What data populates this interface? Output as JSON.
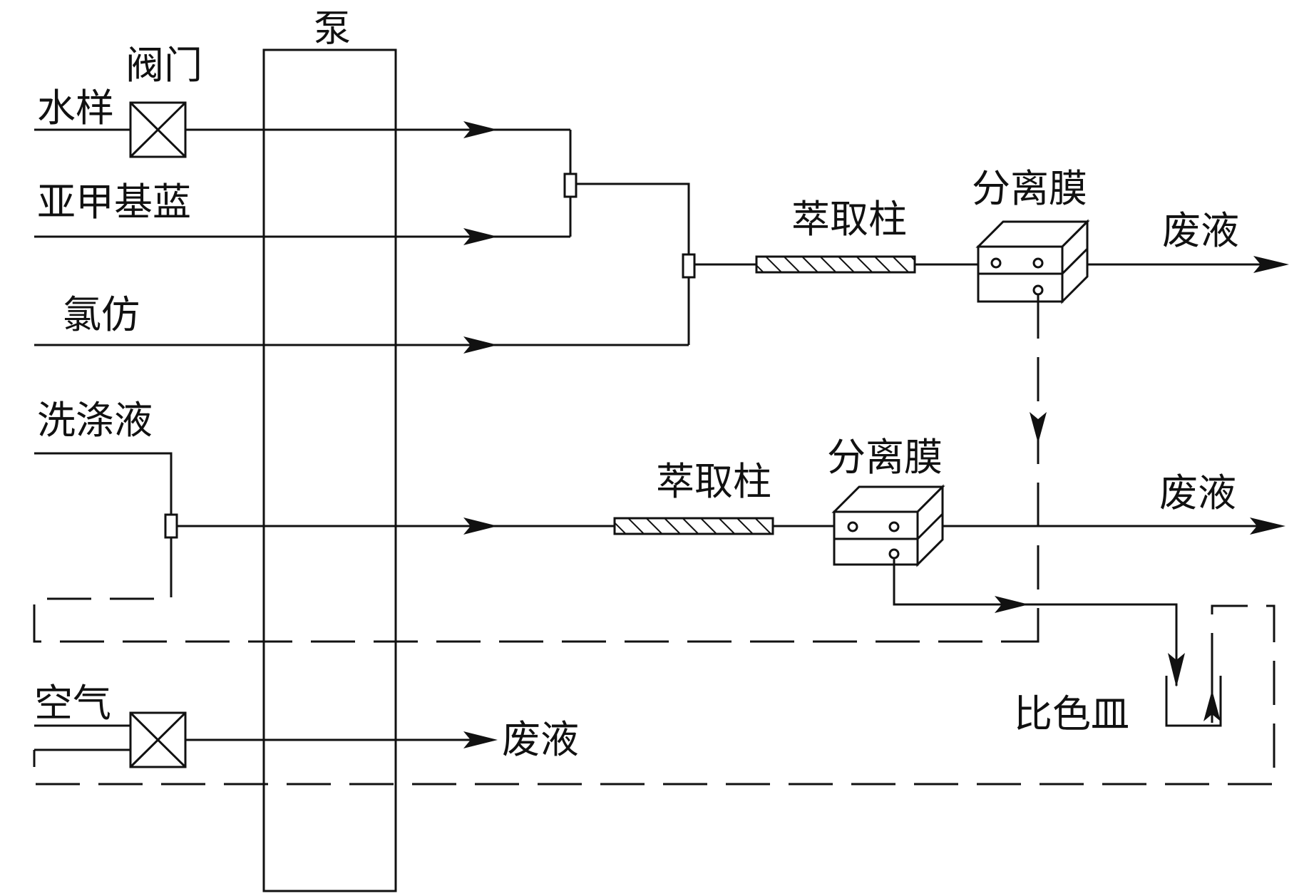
{
  "labels": {
    "pump": "泵",
    "valve": "阀门",
    "water_sample": "水样",
    "methylene_blue": "亚甲基蓝",
    "chloroform": "氯仿",
    "wash_liquid": "洗涤液",
    "air": "空气",
    "extraction_column_1": "萃取柱",
    "extraction_column_2": "萃取柱",
    "separation_membrane_1": "分离膜",
    "separation_membrane_2": "分离膜",
    "waste_1": "废液",
    "waste_2": "废液",
    "waste_3": "废液",
    "cuvette": "比色皿"
  }
}
